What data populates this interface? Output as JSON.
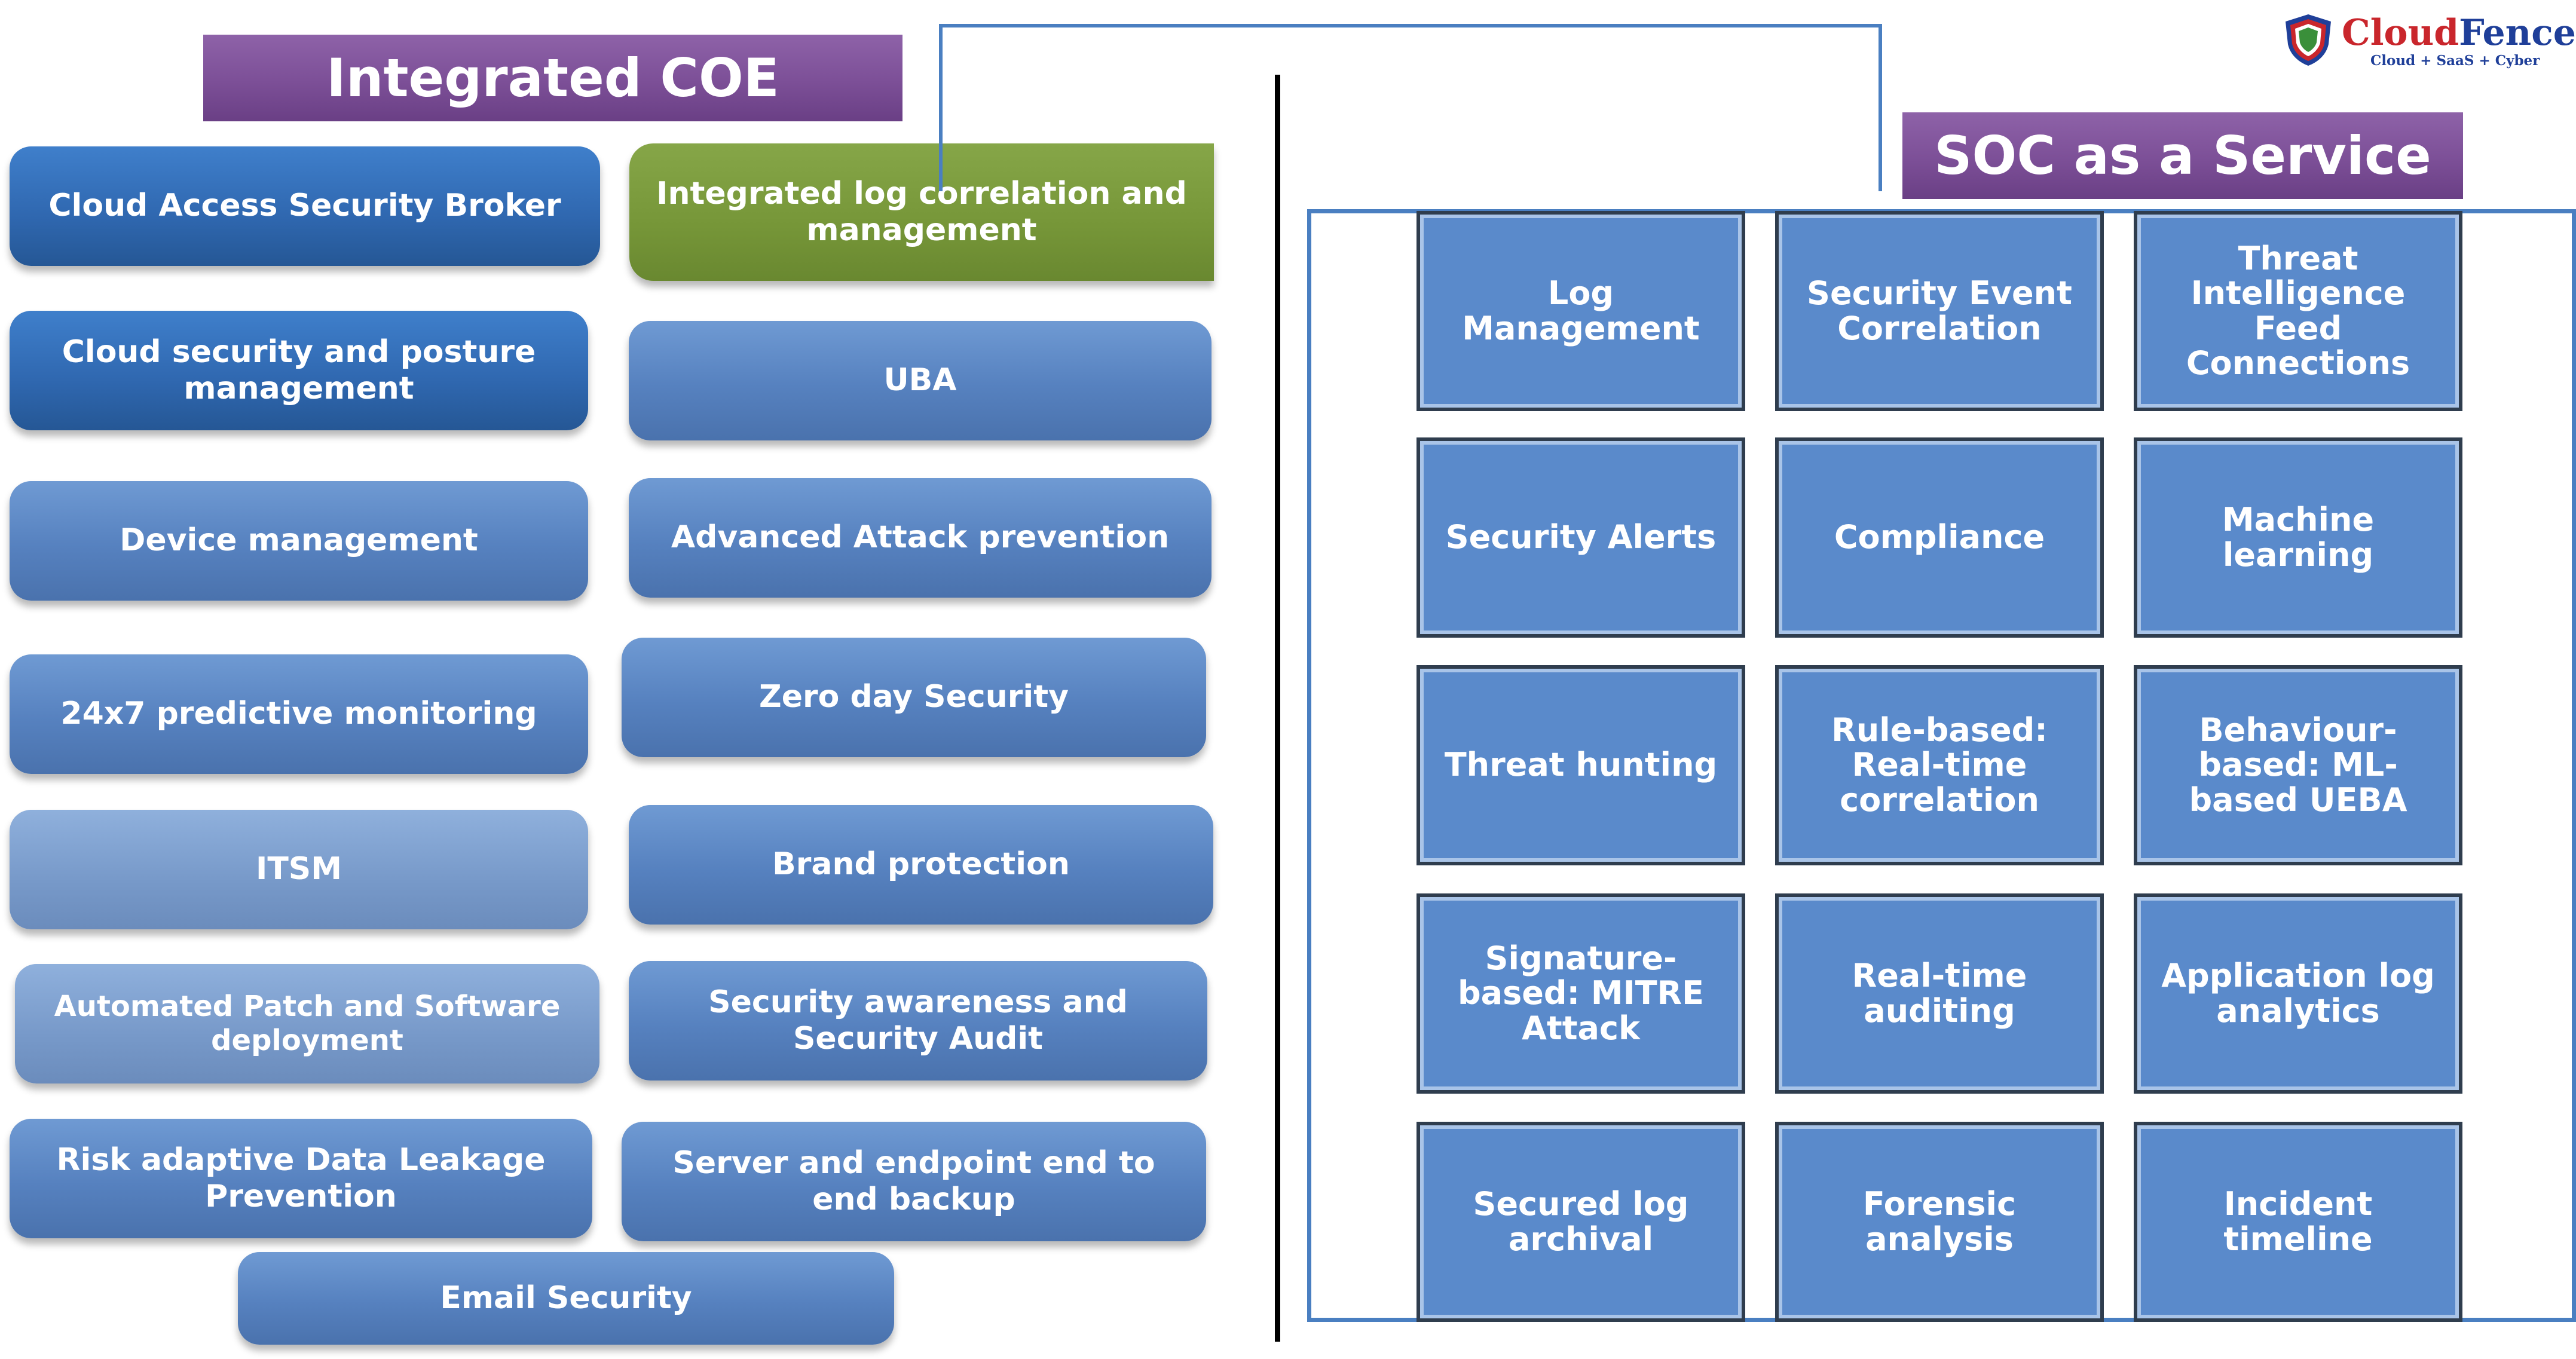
{
  "integrated_coe": {
    "title": "Integrated COE",
    "items": [
      "Cloud Access Security Broker",
      "Integrated log correlation and management",
      "Cloud security and posture management",
      "UBA",
      "Device management",
      "Advanced Attack prevention",
      "24x7 predictive monitoring",
      "Zero day Security",
      "ITSM",
      "Brand protection",
      "Automated Patch and Software deployment",
      "Security awareness and Security Audit",
      "Risk adaptive Data Leakage Prevention",
      "Server and endpoint end to end backup",
      "Email Security"
    ]
  },
  "soc": {
    "title": "SOC as a Service",
    "tiles": [
      "Log Management",
      "Security Event Correlation",
      "Threat Intelligence Feed Connections",
      "Security Alerts",
      "Compliance",
      "Machine learning",
      "Threat hunting",
      "Rule-based: Real-time correlation",
      "Behaviour-based: ML-based UEBA",
      "Signature-based: MITRE Attack",
      "Real-time auditing",
      "Application log analytics",
      "Secured log archival",
      "Forensic analysis",
      "Incident timeline"
    ]
  },
  "logo": {
    "name_part1": "Cloud",
    "name_part2": "Fence",
    "tagline": "Cloud + SaaS + Cyber"
  },
  "colors": {
    "banner_purple": "#7c4f97",
    "pill_dark_blue": "#2f67af",
    "pill_mid_blue": "#5681bf",
    "pill_light_blue": "#7799c9",
    "pill_green": "#769638",
    "tile_blue": "#5a8acb",
    "frame_blue": "#4a7fc1"
  }
}
